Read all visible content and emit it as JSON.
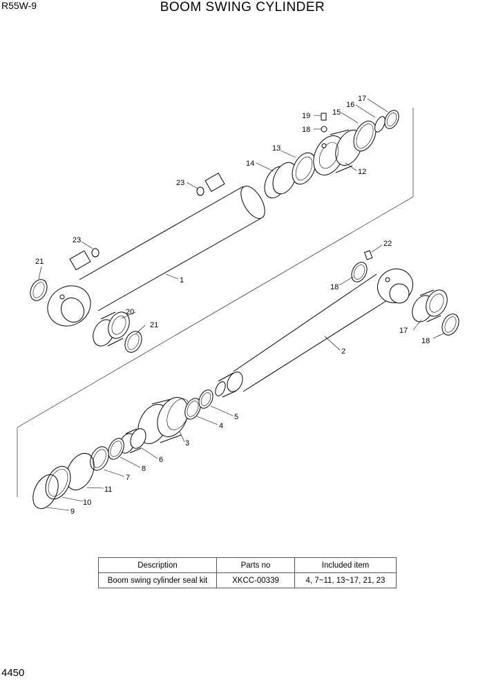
{
  "header": {
    "model": "R55W-9",
    "title": "BOOM SWING CYLINDER"
  },
  "footer": {
    "page_number": "4450"
  },
  "callouts": [
    "1",
    "2",
    "3",
    "4",
    "5",
    "6",
    "7",
    "8",
    "9",
    "10",
    "11",
    "12",
    "13",
    "14",
    "15",
    "16",
    "17",
    "18",
    "18",
    "19",
    "20",
    "21",
    "21",
    "22",
    "23",
    "23",
    "17",
    "18"
  ],
  "kit_table": {
    "headers": [
      "Description",
      "Parts no",
      "Included item"
    ],
    "rows": [
      [
        "Boom swing cylinder seal kit",
        "XKCC-00339",
        "4, 7~11, 13~17, 21, 23"
      ]
    ]
  }
}
